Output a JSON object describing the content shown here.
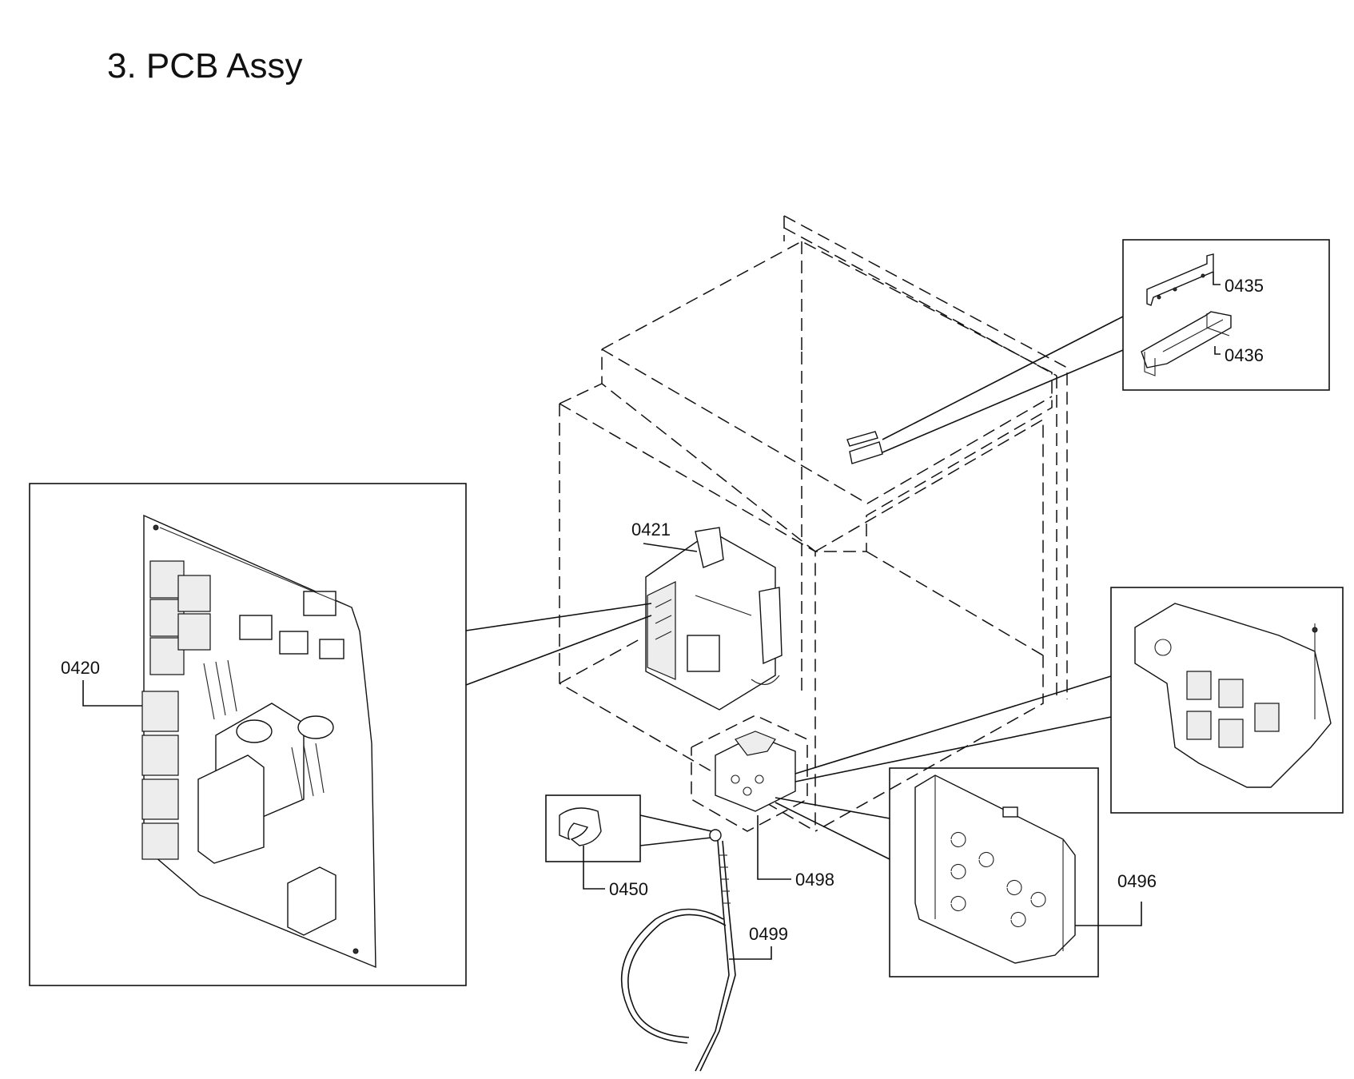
{
  "title": "3. PCB Assy",
  "parts": {
    "p0420": "0420",
    "p0421": "0421",
    "p0435": "0435",
    "p0436": "0436",
    "p0450": "0450",
    "p0496": "0496",
    "p0498": "0498",
    "p0499": "0499"
  }
}
